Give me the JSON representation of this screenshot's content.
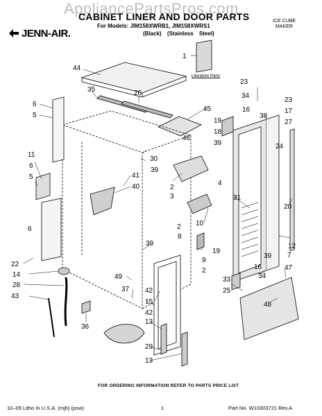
{
  "watermark": "AppliancePartsPros.com",
  "header": {
    "title": "CABINET LINER AND DOOR PARTS",
    "models": "For Models: JIM158XWRB1, JIM158XWRS1",
    "variants": "(Black)   (Stainless Steel)",
    "category_line1": "ICE CUBE",
    "category_line2": "MAKER",
    "brand": "JENN-AIR."
  },
  "literature_label": "Literature Parts",
  "callouts": [
    {
      "id": "c1",
      "label": "1"
    },
    {
      "id": "c44",
      "label": "44"
    },
    {
      "id": "c26",
      "label": "26"
    },
    {
      "id": "c35",
      "label": "35"
    },
    {
      "id": "c6a",
      "label": "6"
    },
    {
      "id": "c5a",
      "label": "5"
    },
    {
      "id": "c45",
      "label": "45"
    },
    {
      "id": "c23a",
      "label": "23"
    },
    {
      "id": "c34a",
      "label": "34"
    },
    {
      "id": "c16a",
      "label": "16"
    },
    {
      "id": "c19a",
      "label": "19"
    },
    {
      "id": "c18",
      "label": "18"
    },
    {
      "id": "c39a",
      "label": "39"
    },
    {
      "id": "c23b",
      "label": "23"
    },
    {
      "id": "c17",
      "label": "17"
    },
    {
      "id": "c38",
      "label": "38"
    },
    {
      "id": "c27",
      "label": "27"
    },
    {
      "id": "c24",
      "label": "24"
    },
    {
      "id": "c46",
      "label": "46"
    },
    {
      "id": "c30",
      "label": "30"
    },
    {
      "id": "c11",
      "label": "11"
    },
    {
      "id": "c6b",
      "label": "6"
    },
    {
      "id": "c5b",
      "label": "5"
    },
    {
      "id": "c41",
      "label": "41"
    },
    {
      "id": "c40",
      "label": "40"
    },
    {
      "id": "c39b",
      "label": "39"
    },
    {
      "id": "c2a",
      "label": "2"
    },
    {
      "id": "c3",
      "label": "3"
    },
    {
      "id": "c4",
      "label": "4"
    },
    {
      "id": "c31",
      "label": "31"
    },
    {
      "id": "c20",
      "label": "20"
    },
    {
      "id": "c6c",
      "label": "6"
    },
    {
      "id": "c10",
      "label": "10"
    },
    {
      "id": "c2b",
      "label": "2"
    },
    {
      "id": "c8",
      "label": "8"
    },
    {
      "id": "c12",
      "label": "12"
    },
    {
      "id": "c39c",
      "label": "39"
    },
    {
      "id": "c19b",
      "label": "19"
    },
    {
      "id": "c9",
      "label": "9"
    },
    {
      "id": "c7",
      "label": "7"
    },
    {
      "id": "c2c",
      "label": "2"
    },
    {
      "id": "c16b",
      "label": "16"
    },
    {
      "id": "c39d",
      "label": "39"
    },
    {
      "id": "c22",
      "label": "22"
    },
    {
      "id": "c14",
      "label": "14"
    },
    {
      "id": "c49",
      "label": "49"
    },
    {
      "id": "c28",
      "label": "28"
    },
    {
      "id": "c37",
      "label": "37"
    },
    {
      "id": "c42a",
      "label": "42"
    },
    {
      "id": "c33",
      "label": "33"
    },
    {
      "id": "c34b",
      "label": "34"
    },
    {
      "id": "c47",
      "label": "47"
    },
    {
      "id": "c25",
      "label": "25"
    },
    {
      "id": "c43",
      "label": "43"
    },
    {
      "id": "c15",
      "label": "15"
    },
    {
      "id": "c42b",
      "label": "42"
    },
    {
      "id": "c48",
      "label": "48"
    },
    {
      "id": "c36",
      "label": "36"
    },
    {
      "id": "c13a",
      "label": "13"
    },
    {
      "id": "c29",
      "label": "29"
    },
    {
      "id": "c13b",
      "label": "13"
    }
  ],
  "footer": {
    "note": "FOR ORDERING INFORMATION REFER TO PARTS PRICE LIST",
    "left": "10–09 Litho In U.S.A. (mjb) (psw)",
    "page": "1",
    "right": "Part No. W10303721 Rev.A"
  }
}
